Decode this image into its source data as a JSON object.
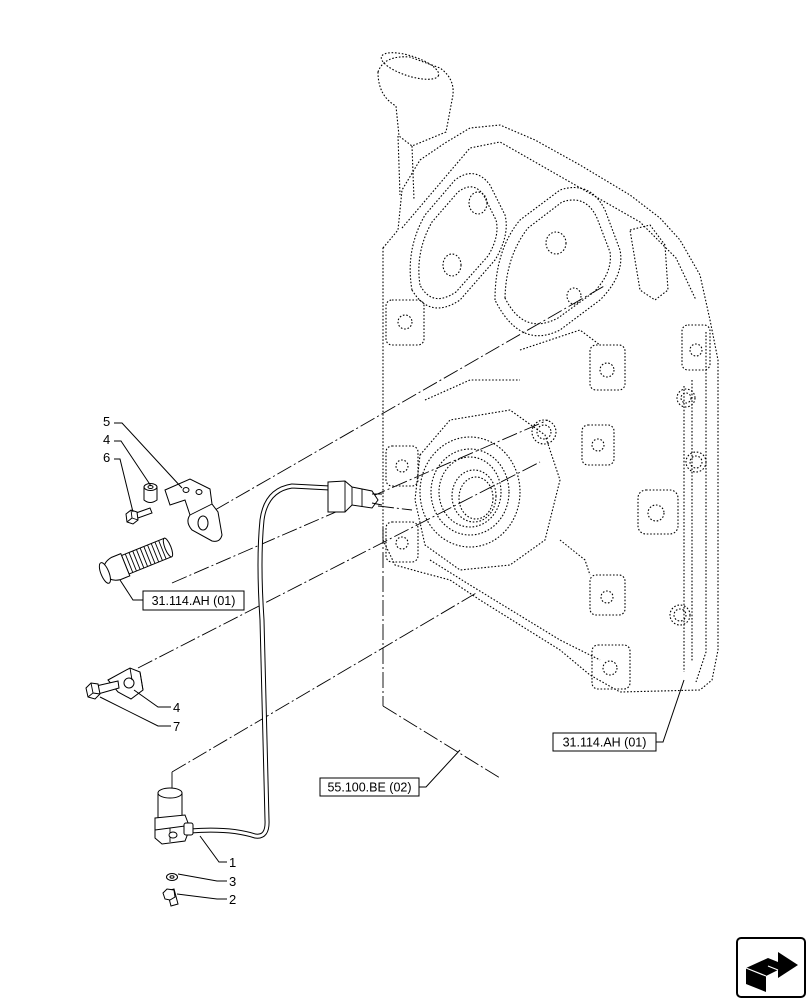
{
  "callouts": [
    "5",
    "4",
    "6",
    "4",
    "7",
    "1",
    "3",
    "2"
  ],
  "references": [
    "31.114.AH (01)",
    "31.114.AH (01)",
    "55.100.BE (02)"
  ],
  "icons": {
    "navigation": "next-page-arrow-icon"
  },
  "colors": {
    "line": "#000000",
    "background": "#ffffff"
  }
}
